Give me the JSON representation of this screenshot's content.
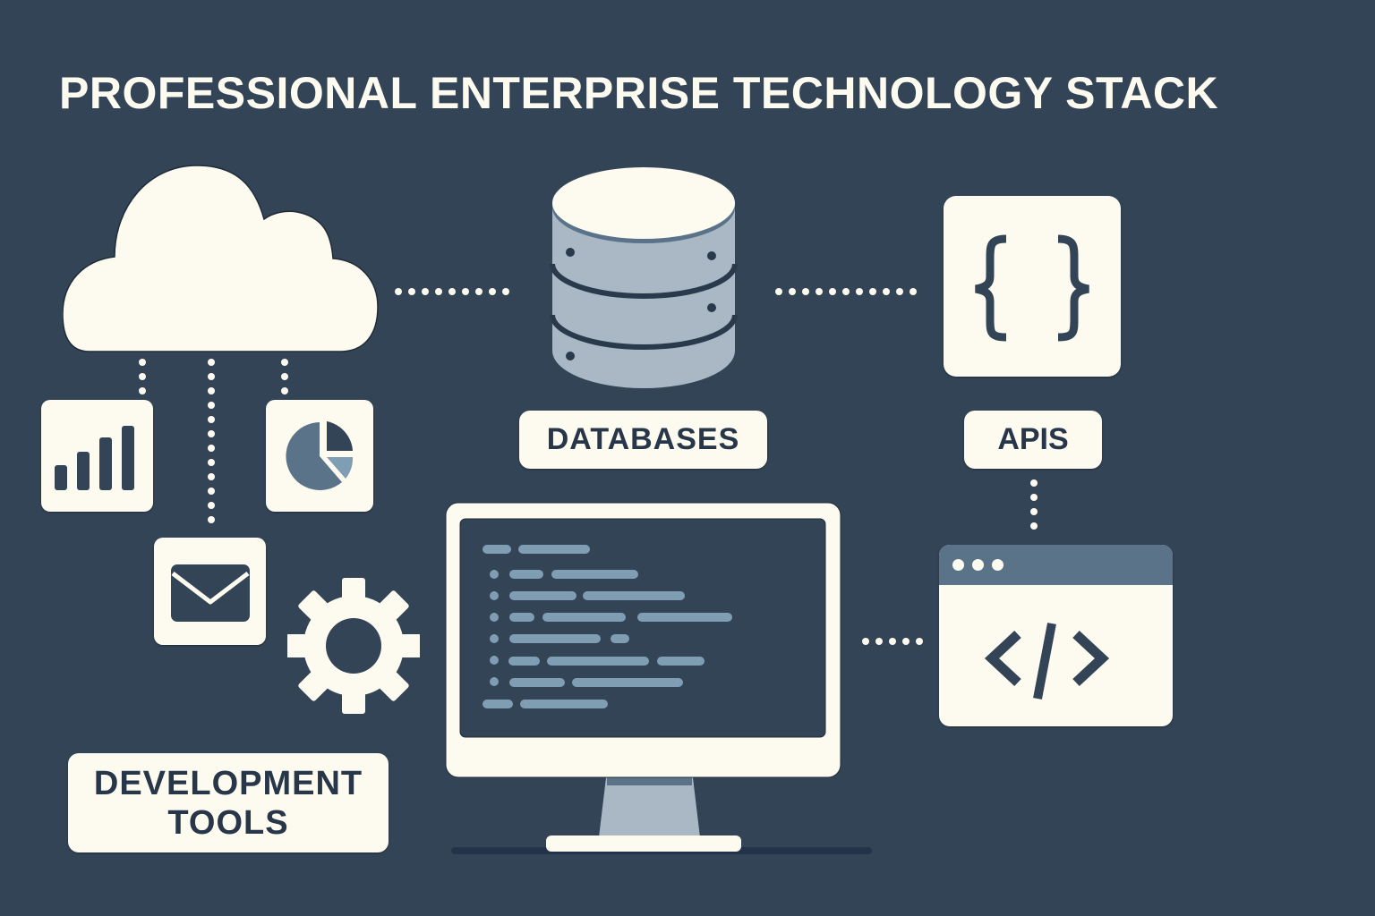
{
  "header": {
    "title": "PROFESSIONAL ENTERPRISE TECHNOLOGY STACK"
  },
  "nodes": {
    "cloud": {
      "icon": "cloud-icon"
    },
    "analytics_bar": {
      "icon": "bar-chart-icon"
    },
    "analytics_pie": {
      "icon": "pie-chart-icon"
    },
    "email": {
      "icon": "envelope-icon"
    },
    "settings": {
      "icon": "gear-icon"
    },
    "database": {
      "icon": "database-icon",
      "label": "DATABASES"
    },
    "api": {
      "icon": "curly-braces-icon",
      "label": "APIS"
    },
    "web_code": {
      "icon": "browser-code-icon",
      "window_dots": 3
    },
    "workstation": {
      "icon": "monitor-icon",
      "code_lines": 8
    },
    "dev_tools": {
      "label_line1": "DEVELOPMENT",
      "label_line2": "TOOLS"
    }
  },
  "colors": {
    "background": "#334457",
    "cream": "#fdfbf0",
    "dark_text": "#283649",
    "slate_light": "#a9b8c4",
    "slate_mid": "#5b7389",
    "code_line": "#7f9db3"
  }
}
